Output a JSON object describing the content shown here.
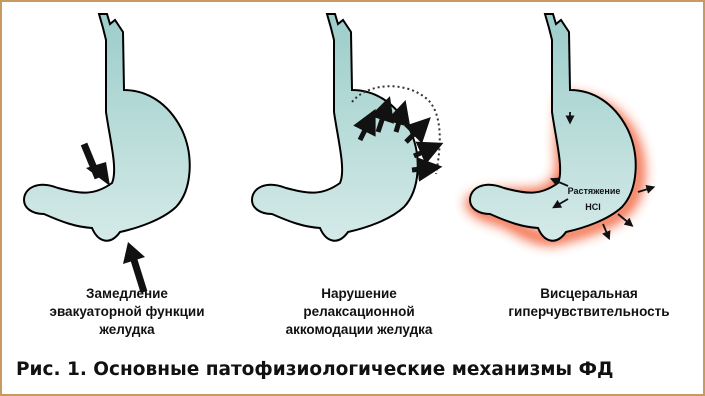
{
  "panels": [
    {
      "caption_lines": [
        "Замедление",
        "эвакуаторной функции",
        "желудка"
      ]
    },
    {
      "caption_lines": [
        "Нарушение",
        "релаксационной",
        "аккомодации желудка"
      ]
    },
    {
      "caption_lines": [
        "Висцеральная",
        "гиперчувствительность"
      ],
      "labels": [
        "Растяжение",
        "HCl"
      ]
    }
  ],
  "figure_caption": "Рис. 1. Основные патофизиологические механизмы ФД",
  "colors": {
    "stomach_fill": "#a6d2cf",
    "stomach_stroke": "#000000",
    "glow": "#f0481e",
    "frame": "#c79a60"
  }
}
